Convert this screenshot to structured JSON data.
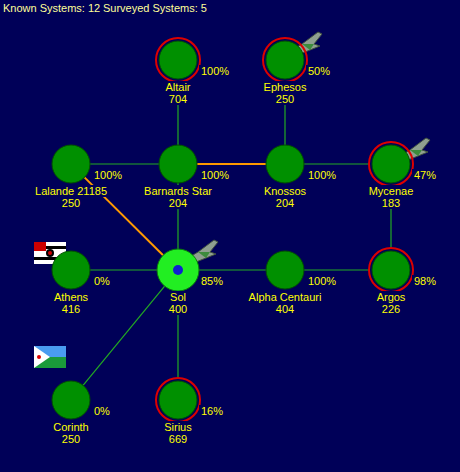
{
  "diagram": {
    "nodes": [
      {
        "text": [
          "Altair",
          "704",
          "100%"
        ]
      },
      {
        "text": [
          "Ephesos",
          "250",
          "50%"
        ]
      },
      {
        "text": [
          "Lalande 21185",
          "250",
          "100%"
        ]
      },
      {
        "text": [
          "Barnards Star",
          "204",
          "100%"
        ]
      },
      {
        "text": [
          "Knossos",
          "204",
          "100%"
        ]
      },
      {
        "text": [
          "Mycenae",
          "183",
          "47%"
        ]
      },
      {
        "text": [
          "Athens",
          "416",
          "0%"
        ]
      },
      {
        "text": [
          "Sol",
          "400",
          "85%"
        ]
      },
      {
        "text": [
          "Alpha Centauri",
          "404",
          "100%"
        ]
      },
      {
        "text": [
          "Argos",
          "226",
          "98%"
        ]
      },
      {
        "text": [
          "Corinth",
          "250",
          "0%"
        ]
      },
      {
        "text": [
          "Sirius",
          "669",
          "16%"
        ]
      }
    ],
    "edges": [
      {
        "from": 0,
        "to": 3,
        "arrow": "none"
      },
      {
        "from": 1,
        "to": 4,
        "arrow": "none"
      },
      {
        "from": 2,
        "to": 3,
        "arrow": "none"
      },
      {
        "from": 3,
        "to": 4,
        "arrow": "none"
      },
      {
        "from": 4,
        "to": 5,
        "arrow": "none"
      },
      {
        "from": 2,
        "to": 7,
        "arrow": "none"
      },
      {
        "from": 3,
        "to": 7,
        "arrow": "none"
      },
      {
        "from": 5,
        "to": 9,
        "arrow": "none"
      },
      {
        "from": 6,
        "to": 7,
        "arrow": "none"
      },
      {
        "from": 7,
        "to": 8,
        "arrow": "none"
      },
      {
        "from": 8,
        "to": 9,
        "arrow": "none"
      },
      {
        "from": 7,
        "to": 11,
        "arrow": "none"
      },
      {
        "from": 7,
        "to": 10,
        "arrow": "none"
      }
    ],
    "labels": [
      "Known Systems: 12",
      "Surveyed Systems: 5"
    ]
  }
}
